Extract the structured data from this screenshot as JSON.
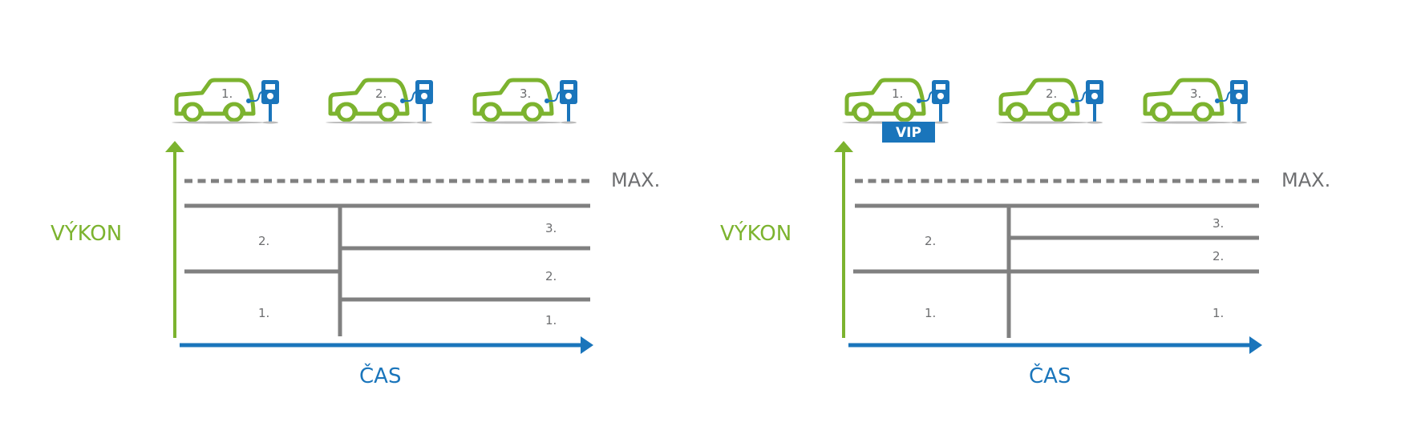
{
  "colors": {
    "green": "#7cb32f",
    "blue": "#1a75bb",
    "gray": "#808080",
    "text_gray": "#6d6e70",
    "vip_text": "#ffffff"
  },
  "panels": [
    {
      "id": "without-vip",
      "axis_y_label": "VÝKON",
      "axis_x_label": "ČAS",
      "max_label": "MAX.",
      "cars": [
        {
          "label": "1.",
          "vip": false
        },
        {
          "label": "2.",
          "vip": false
        },
        {
          "label": "3.",
          "vip": false
        }
      ],
      "left_segments": [
        "1.",
        "2."
      ],
      "right_segments": [
        "1.",
        "2.",
        "3."
      ],
      "vip_label": ""
    },
    {
      "id": "with-vip",
      "axis_y_label": "VÝKON",
      "axis_x_label": "ČAS",
      "max_label": "MAX.",
      "cars": [
        {
          "label": "1.",
          "vip": true
        },
        {
          "label": "2.",
          "vip": false
        },
        {
          "label": "3.",
          "vip": false
        }
      ],
      "left_segments": [
        "1.",
        "2."
      ],
      "right_segments": [
        "1.",
        "2.",
        "3."
      ],
      "vip_label": "VIP"
    }
  ]
}
